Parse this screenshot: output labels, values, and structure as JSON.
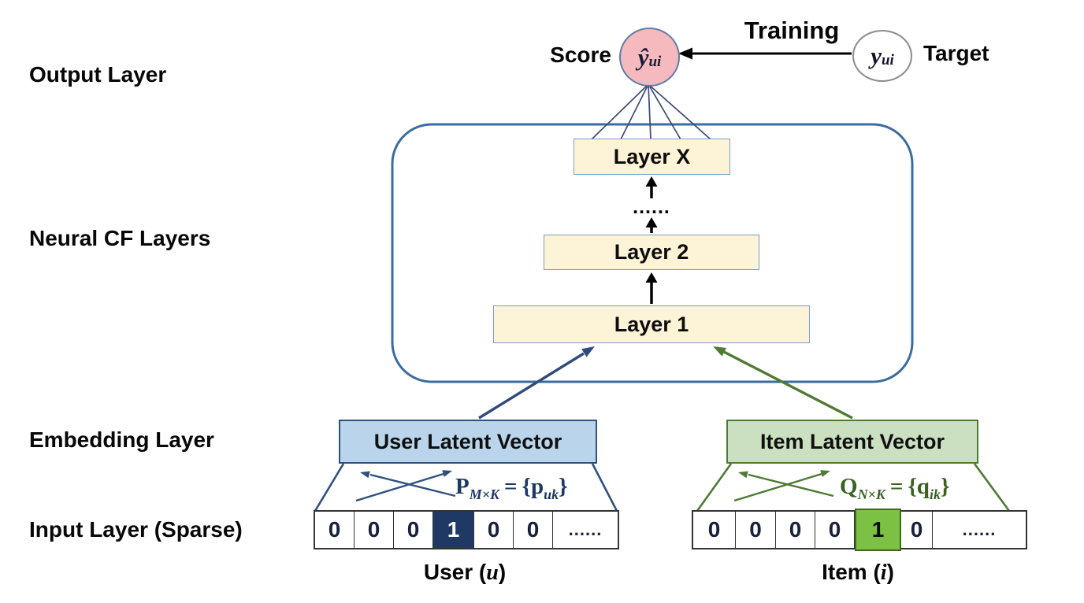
{
  "figure": {
    "left_labels": {
      "output_layer": "Output Layer",
      "neural_cf_layers": "Neural CF Layers",
      "embedding_layer": "Embedding Layer",
      "input_layer": "Input Layer (Sparse)"
    },
    "top": {
      "score_label": "Score",
      "training_label": "Training",
      "target_label": "Target",
      "score_symbol": {
        "base": "ŷ",
        "sub": "ui"
      },
      "target_symbol": {
        "base": "y",
        "sub": "ui"
      }
    },
    "ncf": {
      "layer_x": "Layer X",
      "layer_2": "Layer 2",
      "layer_1": "Layer 1",
      "dots": "......"
    },
    "embedding": {
      "user": {
        "title": "User Latent Vector",
        "formula": {
          "matrix": "P",
          "matrix_sub": "M×K",
          "eq": "=",
          "open_brace": "{",
          "vector": "p",
          "vector_sub": "uk",
          "close_brace": "}"
        }
      },
      "item": {
        "title": "Item Latent Vector",
        "formula": {
          "matrix": "Q",
          "matrix_sub": "N×K",
          "eq": "=",
          "open_brace": "{",
          "vector": "q",
          "vector_sub": "ik",
          "close_brace": "}"
        }
      }
    },
    "input": {
      "user": {
        "cells": [
          "0",
          "0",
          "0",
          "1",
          "0",
          "0",
          "......"
        ],
        "label": {
          "prefix": "User (",
          "variable": "u",
          "suffix": ")"
        }
      },
      "item": {
        "cells": [
          "0",
          "0",
          "0",
          "0",
          "1",
          "0",
          "......"
        ],
        "label": {
          "prefix": "Item (",
          "variable": "i",
          "suffix": ")"
        }
      }
    },
    "colors": {
      "score_circle_fill": "#F6B9BD",
      "ncf_layer_fill": "#FDF3D6",
      "ncf_container_border": "#3C6C9F",
      "user_accent": "#2F517E",
      "user_latent_fill": "#BAD5EB",
      "user_hot_cell": "#1F3864",
      "item_accent": "#4E7A33",
      "item_latent_fill": "#CBDFC1",
      "item_hot_cell": "#7CC143"
    }
  }
}
